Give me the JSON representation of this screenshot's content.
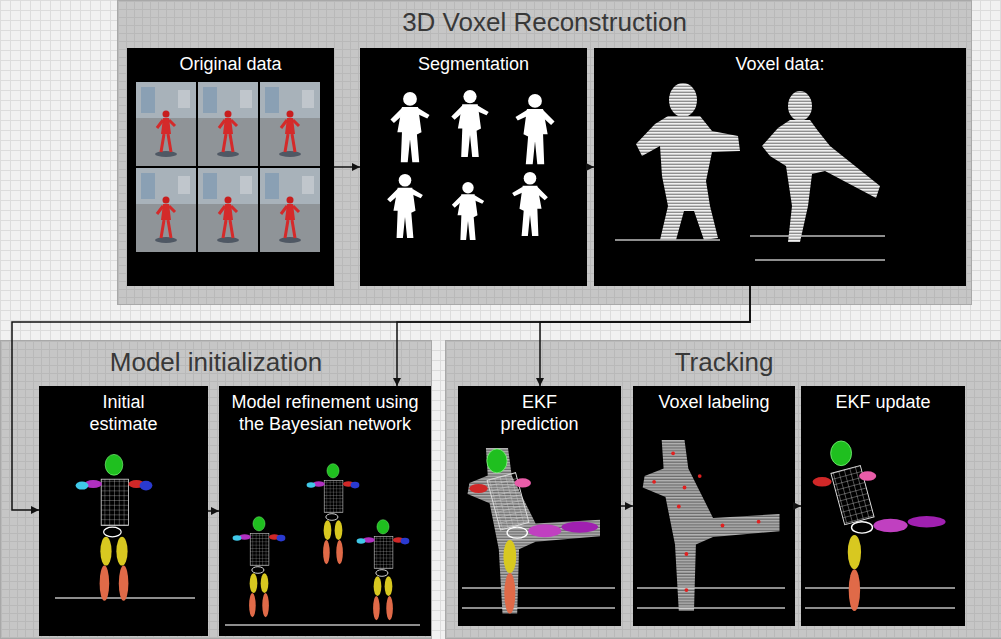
{
  "diagram": {
    "nodes": [
      {
        "text": [
          "3D Voxel Reconstruction"
        ]
      },
      {
        "text": [
          "Original data"
        ],
        "in": 0
      },
      {
        "text": [
          "Segmentation"
        ],
        "in": 0
      },
      {
        "text": [
          "Voxel data:"
        ],
        "in": 0
      },
      {
        "text": [
          "Model initialization"
        ]
      },
      {
        "text": [
          "Initial estimate"
        ],
        "in": 4
      },
      {
        "text": [
          "Model refinement using the Bayesian network"
        ],
        "in": 4
      },
      {
        "text": [
          "Tracking"
        ]
      },
      {
        "text": [
          "EKF prediction"
        ],
        "in": 7
      },
      {
        "text": [
          "Voxel labeling"
        ],
        "in": 7
      },
      {
        "text": [
          "EKF update"
        ],
        "in": 7
      }
    ],
    "edges": [
      {
        "from": 1,
        "to": 2,
        "arrow": "to"
      },
      {
        "from": 2,
        "to": 3,
        "arrow": "to"
      },
      {
        "from": 3,
        "to": 5,
        "arrow": "to"
      },
      {
        "from": 3,
        "to": 6,
        "arrow": "to"
      },
      {
        "from": 3,
        "to": 8,
        "arrow": "to"
      },
      {
        "from": 5,
        "to": 6,
        "arrow": "to"
      },
      {
        "from": 8,
        "to": 9,
        "arrow": "to"
      },
      {
        "from": 9,
        "to": 10,
        "arrow": "to"
      }
    ]
  }
}
